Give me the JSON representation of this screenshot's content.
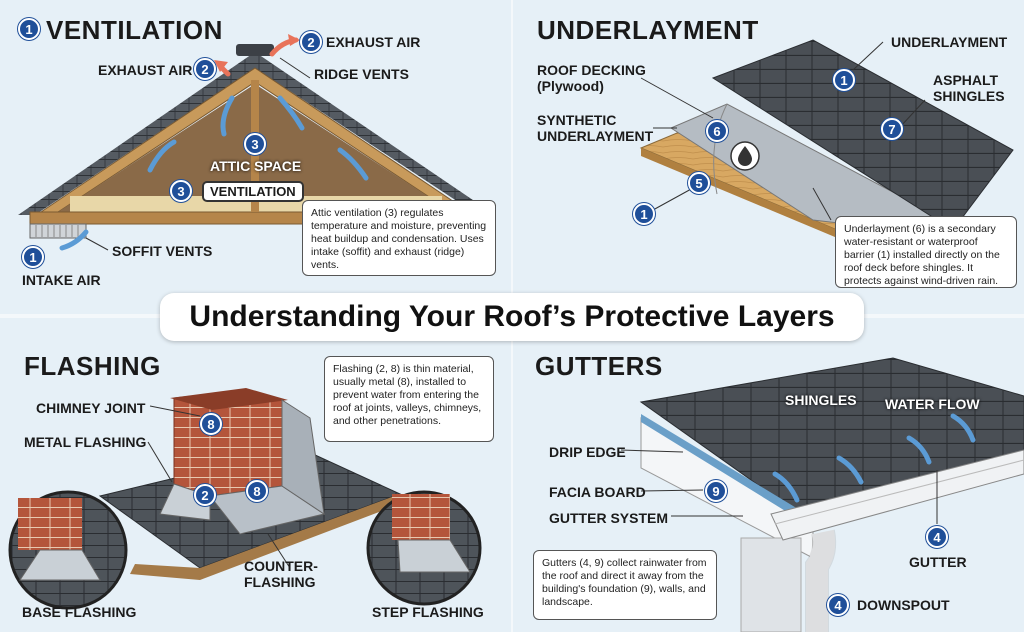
{
  "title": "Understanding Your Roof’s Protective Layers",
  "ventilation": {
    "heading_num": "1",
    "heading": "VENTILATION",
    "exhaust_left": "EXHAUST AIR",
    "exhaust_left_num": "2",
    "exhaust_right": "EXHAUST AIR",
    "exhaust_right_num": "2",
    "ridge_vents": "RIDGE VENTS",
    "attic_num": "3",
    "attic_space": "ATTIC SPACE",
    "vent_num": "3",
    "vent_pill": "VENTILATION",
    "soffit": "SOFFIT VENTS",
    "intake_num": "1",
    "intake": "INTAKE AIR",
    "note": "Attic ventilation (3) regulates temperature and moisture, preventing heat buildup and condensation. Uses intake (soffit) and exhaust (ridge) vents."
  },
  "underlayment": {
    "heading": "UNDERLAYMENT",
    "roof_decking": "ROOF DECKING",
    "plywood": "(Plywood)",
    "synthetic1": "SYNTHETIC",
    "synthetic2": "UNDERLAYMENT",
    "underlayment": "UNDERLAYMENT",
    "asphalt1": "ASPHALT",
    "asphalt2": "SHINGLES",
    "n1": "1",
    "n6": "6",
    "n5": "5",
    "n7": "7",
    "n1b": "1",
    "note": "Underlayment (6) is a secondary water-resistant or waterproof barrier (1) installed directly on the roof deck before shingles. It protects against wind-driven rain."
  },
  "flashing": {
    "heading": "FLASHING",
    "chimney_joint": "CHIMNEY JOINT",
    "metal_flashing": "METAL FLASHING",
    "counter1": "COUNTER-",
    "counter2": "FLASHING",
    "base": "BASE FLASHING",
    "step": "STEP FLASHING",
    "n8a": "8",
    "n2": "2",
    "n8b": "8",
    "note": "Flashing (2, 8) is thin material, usually metal (8), installed to prevent water from entering the roof at joints, valleys, chimneys, and other penetrations."
  },
  "gutters": {
    "heading": "GUTTERS",
    "shingles": "SHINGLES",
    "water_flow": "WATER FLOW",
    "drip_edge": "DRIP EDGE",
    "facia": "FACIA BOARD",
    "facia_num": "9",
    "gutter_system": "GUTTER SYSTEM",
    "gutter_num": "4",
    "gutter": "GUTTER",
    "downspout_num": "4",
    "downspout": "DOWNSPOUT",
    "note": "Gutters (4, 9) collect rainwater from the roof and direct it away from the building's foundation (9), walls, and landscape."
  },
  "colors": {
    "badge": "#1f4f99",
    "wood": "#c89a5b",
    "shingle": "#4a4f55",
    "brick": "#b4553b",
    "metal": "#b8c0c8",
    "airflow": "#5b9bd5"
  }
}
